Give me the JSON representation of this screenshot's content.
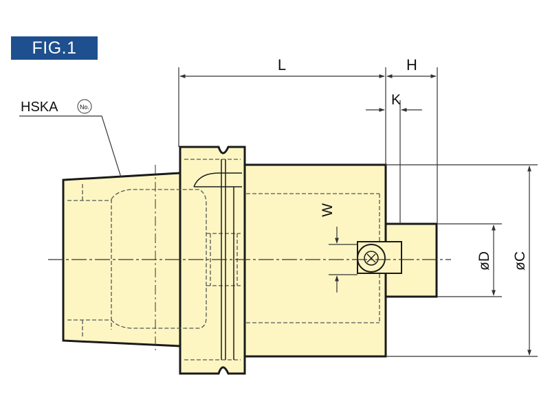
{
  "figure": {
    "label": "FIG.1"
  },
  "callout": {
    "text": "HSKA",
    "badge": "No."
  },
  "dimensions": {
    "L": "L",
    "H": "H",
    "K": "K",
    "W": "W",
    "D": "øD",
    "C": "øC"
  },
  "colors": {
    "body_fill": "#fdf6c3",
    "outline": "#1a1a1a",
    "badge_bg": "#1e4f8f",
    "badge_text": "#ffffff",
    "dimension_line": "#333333"
  }
}
